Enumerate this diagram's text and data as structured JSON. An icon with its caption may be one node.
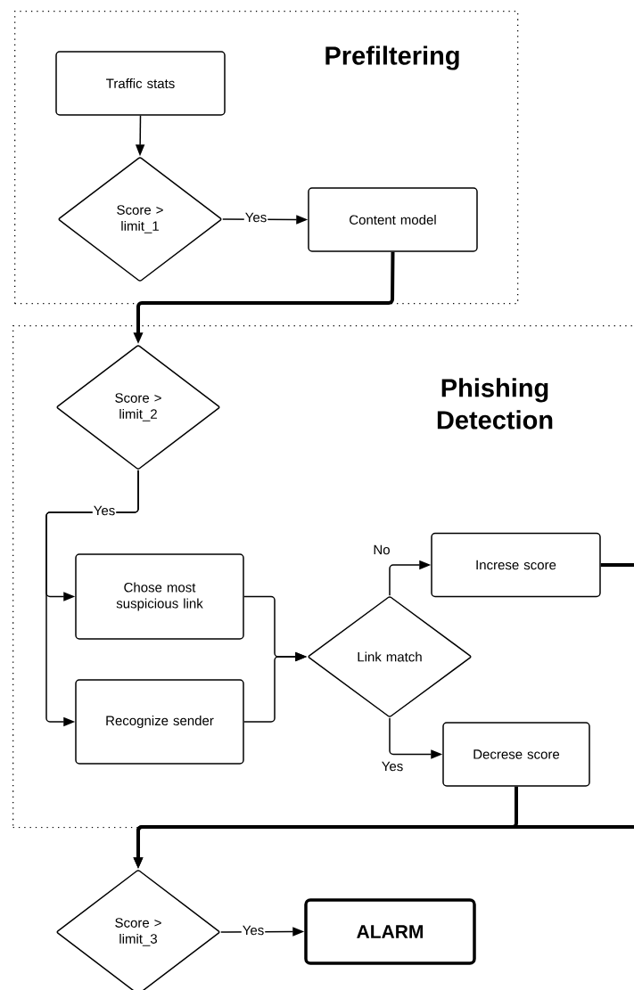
{
  "diagram": {
    "nodes": [
      {
        "text": [
          "Prefiltering"
        ]
      },
      {
        "text": [
          "Traffic stats"
        ],
        "in": 0
      },
      {
        "text": [
          "Score > limit_1"
        ],
        "in": 0
      },
      {
        "text": [
          "Content model"
        ],
        "in": 0
      },
      {
        "text": [
          "Phishing Detection"
        ]
      },
      {
        "text": [
          "Score > limit_2"
        ],
        "in": 4
      },
      {
        "text": [
          "Chose most suspicious link"
        ],
        "in": 4
      },
      {
        "text": [
          "Recognize sender"
        ],
        "in": 4
      },
      {
        "text": [
          "Link match"
        ],
        "in": 4
      },
      {
        "text": [
          "Increse score"
        ],
        "in": 4
      },
      {
        "text": [
          "Decrese score"
        ],
        "in": 4
      },
      {
        "text": [
          "Score > limit_3"
        ]
      },
      {
        "text": [
          "ALARM"
        ]
      }
    ],
    "edges": [
      {
        "from": 1,
        "to": 2,
        "arrow": "to"
      },
      {
        "from": 2,
        "to": 3,
        "arrow": "to",
        "label": "Yes"
      },
      {
        "from": 3,
        "to": 5,
        "arrow": "to",
        "style": "thick"
      },
      {
        "from": 5,
        "to": 6,
        "arrow": "to",
        "label": "Yes"
      },
      {
        "from": 5,
        "to": 7,
        "arrow": "to"
      },
      {
        "from": 6,
        "to": 8,
        "arrow": "to"
      },
      {
        "from": 7,
        "to": 8,
        "arrow": "to"
      },
      {
        "from": 8,
        "to": 9,
        "arrow": "to",
        "label": "No"
      },
      {
        "from": 8,
        "to": 10,
        "arrow": "to",
        "label": "Yes"
      },
      {
        "from": 10,
        "to": 11,
        "arrow": "to",
        "style": "thick"
      },
      {
        "from": 9,
        "to": 11,
        "arrow": "to",
        "style": "thick"
      },
      {
        "from": 11,
        "to": 12,
        "arrow": "to",
        "label": "Yes"
      }
    ]
  }
}
